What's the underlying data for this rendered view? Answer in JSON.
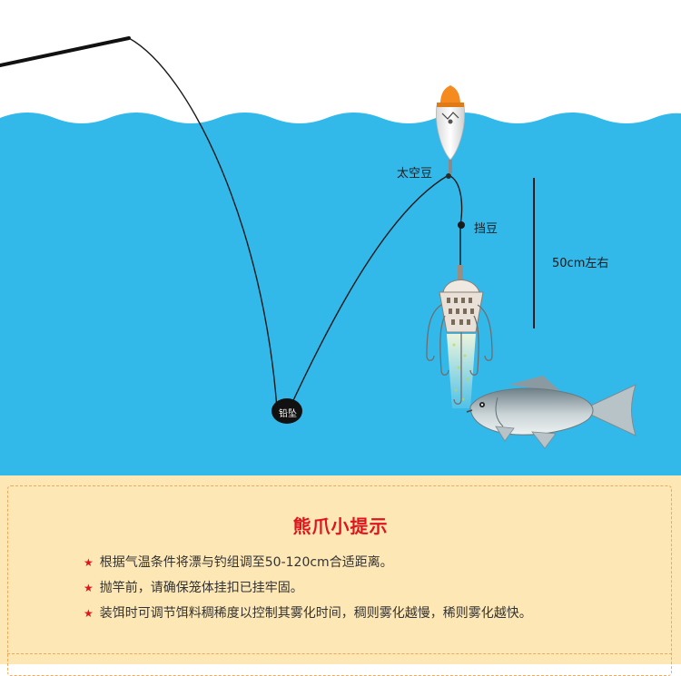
{
  "diagram": {
    "labels": {
      "float_bean": "太空豆",
      "stopper": "挡豆",
      "distance": "50cm左右",
      "sinker": "铅坠"
    },
    "colors": {
      "water": "#33b8ea",
      "sky": "#ffffff",
      "float_tip": "#f58a1f",
      "line": "#1a1a1a"
    }
  },
  "tips": {
    "title": "熊爪小提示",
    "items": [
      "根据气温条件将漂与钓组调至50-120cm合适距离。",
      "抛竿前，请确保笼体挂扣已挂牢固。",
      "装饵时可调节饵料稠稀度以控制其雾化时间，稠则雾化越慢，稀则雾化越快。"
    ],
    "colors": {
      "background": "#fde7b5",
      "title": "#e0141c",
      "star": "#e0141c"
    }
  }
}
